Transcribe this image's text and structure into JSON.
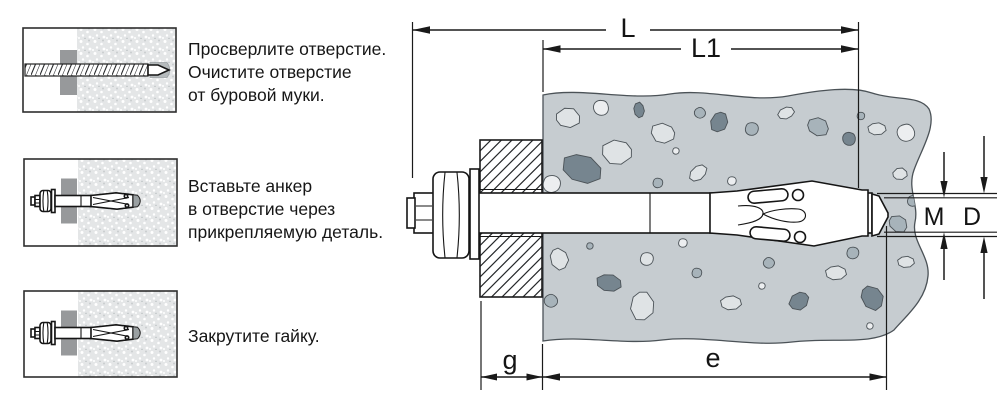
{
  "steps": [
    {
      "lines": [
        "Просверлите отверстие.",
        "Очистите отверстие",
        "от буровой муки."
      ]
    },
    {
      "lines": [
        "Вставьте анкер",
        "в отверстие через",
        "прикрепляемую деталь."
      ]
    },
    {
      "lines": [
        "Закрутите гайку."
      ]
    }
  ],
  "diagram": {
    "labels": {
      "overall_length": "L",
      "anchor_body_length": "L1",
      "thread_size": "M",
      "drill_diameter": "D",
      "fixture_thickness": "g",
      "embedment_depth": "e"
    }
  },
  "colors": {
    "concrete_base": "#c6ccd0",
    "stone_light": "#dfe3e5",
    "stone_mid": "#a7b3ba",
    "stone_dark": "#76858f",
    "panel_concrete": "#e4e6e7",
    "fixture_plate_gray": "#97999b",
    "anchor_tip_gray": "#9aa0a2",
    "ink": "#1a1a1a"
  }
}
